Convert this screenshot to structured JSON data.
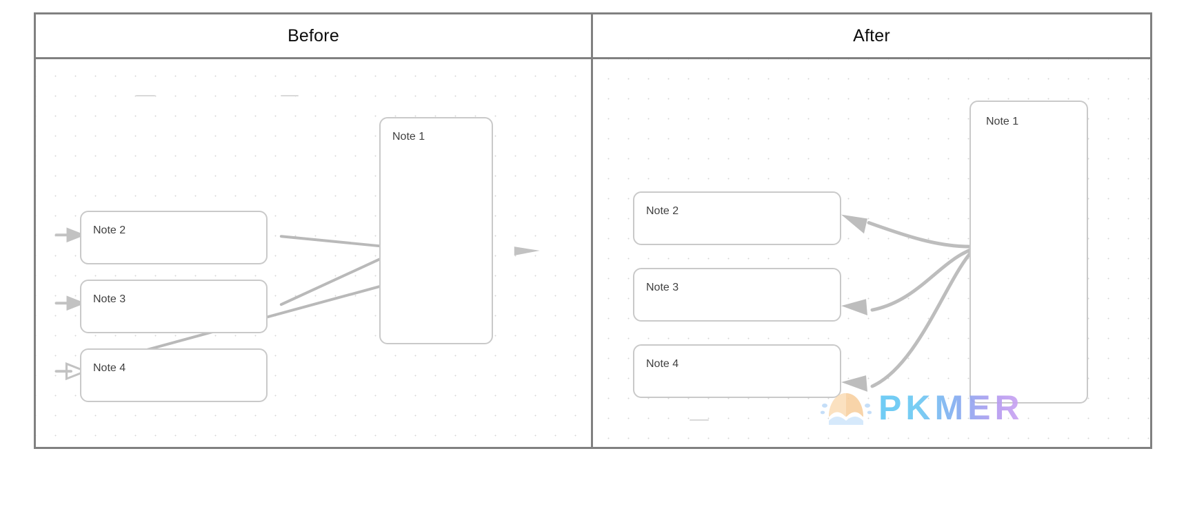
{
  "table": {
    "columns": [
      {
        "header": "Before"
      },
      {
        "header": "After"
      }
    ]
  },
  "before": {
    "notes": [
      {
        "label": "Note 1"
      },
      {
        "label": "Note 2"
      },
      {
        "label": "Note 3"
      },
      {
        "label": "Note 4"
      }
    ]
  },
  "after": {
    "notes": [
      {
        "label": "Note 1"
      },
      {
        "label": "Note 2"
      },
      {
        "label": "Note 3"
      },
      {
        "label": "Note 4"
      }
    ]
  },
  "watermark": {
    "text": "PKMER",
    "logo_icon": "pkmer-logo-icon",
    "colors": {
      "gradient_start": "#63c8f5",
      "gradient_end": "#cfa5f2",
      "logo_orange": "#f7cd9b",
      "logo_blue": "#bcd9f7"
    }
  },
  "colors": {
    "table_border": "#808080",
    "card_border": "#c9c9c9",
    "edge_stroke": "#b9b9b9",
    "grid_dot": "#d6d6d6",
    "text": "#3f3f3f"
  }
}
